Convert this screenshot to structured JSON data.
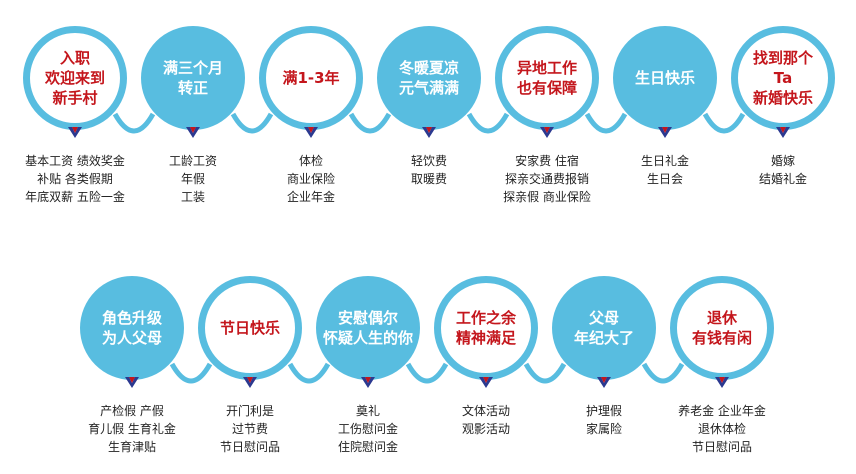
{
  "palette": {
    "blue": "#58bde0",
    "red": "#c4161c",
    "navy": "#2b3990"
  },
  "rows": [
    {
      "nodes": [
        {
          "title": "入职\n欢迎来到\n新手村",
          "style": "outlined",
          "caption": "基本工资 绩效奖金\n补贴 各类假期\n年底双薪 五险一金"
        },
        {
          "title": "满三个月\n转正",
          "style": "filled",
          "caption": "工龄工资\n年假\n工装"
        },
        {
          "title": "满1-3年",
          "style": "outlined",
          "caption": "体检\n商业保险\n企业年金"
        },
        {
          "title": "冬暖夏凉\n元气满满",
          "style": "filled",
          "caption": "轻饮费\n取暖费"
        },
        {
          "title": "异地工作\n也有保障",
          "style": "outlined",
          "caption": "安家费 住宿\n探亲交通费报销\n探亲假 商业保险"
        },
        {
          "title": "生日快乐",
          "style": "filled",
          "caption": "生日礼金\n生日会"
        },
        {
          "title": "找到那个\nTa\n新婚快乐",
          "style": "outlined",
          "caption": "婚嫁\n结婚礼金"
        }
      ]
    },
    {
      "nodes": [
        {
          "title": "角色升级\n为人父母",
          "style": "filled",
          "caption": "产检假 产假\n育儿假 生育礼金\n生育津贴"
        },
        {
          "title": "节日快乐",
          "style": "outlined",
          "caption": "开门利是\n过节费\n节日慰问品"
        },
        {
          "title": "安慰偶尔\n怀疑人生的你",
          "style": "filled",
          "caption": "奠礼\n工伤慰问金\n住院慰问金"
        },
        {
          "title": "工作之余\n精神满足",
          "style": "outlined",
          "caption": "文体活动\n观影活动"
        },
        {
          "title": "父母\n年纪大了",
          "style": "filled",
          "caption": "护理假\n家属险"
        },
        {
          "title": "退休\n有钱有闲",
          "style": "outlined",
          "caption": "养老金 企业年金\n退休体检\n节日慰问品"
        }
      ]
    }
  ]
}
